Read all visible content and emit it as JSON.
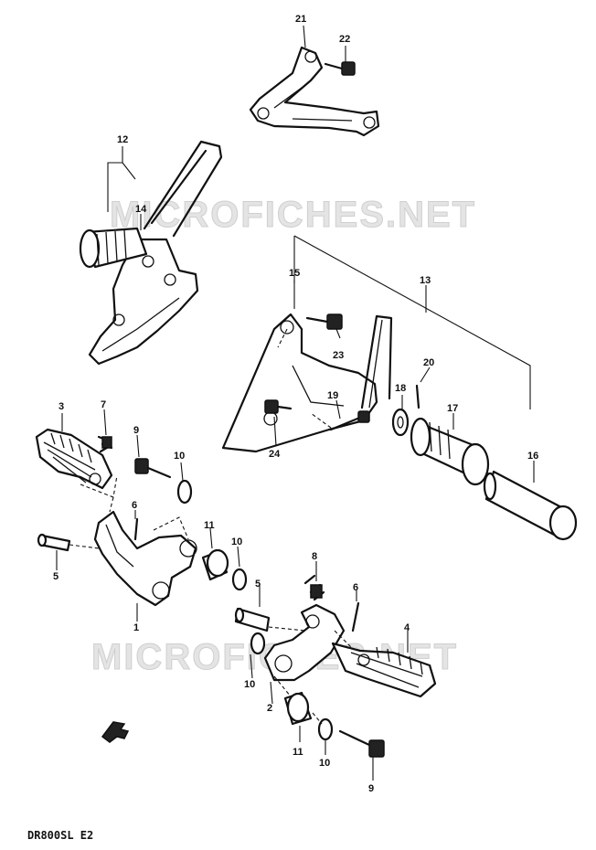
{
  "watermark": "MICROFICHES.NET",
  "model_code": "DR800SL E2",
  "callouts": {
    "c1": "1",
    "c2": "2",
    "c3": "3",
    "c4": "4",
    "c5a": "5",
    "c5b": "5",
    "c6a": "6",
    "c6b": "6",
    "c7": "7",
    "c8": "8",
    "c9a": "9",
    "c9b": "9",
    "c10a": "10",
    "c10b": "10",
    "c10c": "10",
    "c10d": "10",
    "c11a": "11",
    "c11b": "11",
    "c12": "12",
    "c13": "13",
    "c14": "14",
    "c15": "15",
    "c16": "16",
    "c17": "17",
    "c18": "18",
    "c19": "19",
    "c20": "20",
    "c21": "21",
    "c22": "22",
    "c23": "23",
    "c24": "24"
  }
}
